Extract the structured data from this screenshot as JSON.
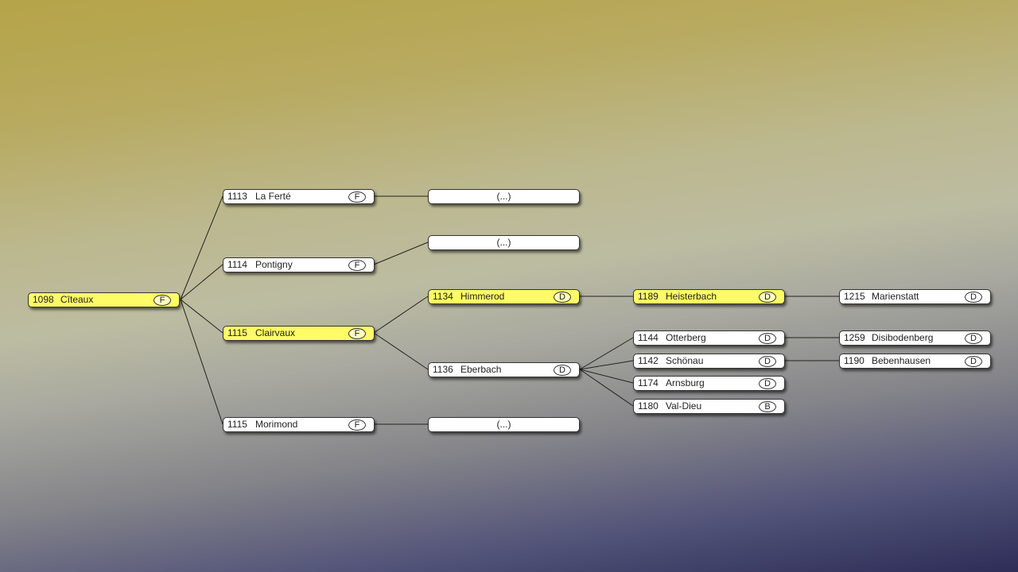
{
  "nodes": {
    "citeaux": {
      "year": "1098",
      "name": "Cîteaux",
      "badge": "F"
    },
    "laferte": {
      "year": "1113",
      "name": "La Ferté",
      "badge": "F"
    },
    "pontigny": {
      "year": "1114",
      "name": "Pontigny",
      "badge": "F"
    },
    "clairvaux": {
      "year": "1115",
      "name": "Clairvaux",
      "badge": "F"
    },
    "morimond": {
      "year": "1115",
      "name": "Morimond",
      "badge": "F"
    },
    "ellipsis1": {
      "label": "(...)"
    },
    "ellipsis2": {
      "label": "(...)"
    },
    "ellipsis3": {
      "label": "(...)"
    },
    "himmerod": {
      "year": "1134",
      "name": "Himmerod",
      "badge": "D"
    },
    "eberbach": {
      "year": "1136",
      "name": "Eberbach",
      "badge": "D"
    },
    "heisterbach": {
      "year": "1189",
      "name": "Heisterbach",
      "badge": "D"
    },
    "otterberg": {
      "year": "1144",
      "name": "Otterberg",
      "badge": "D"
    },
    "schoenau": {
      "year": "1142",
      "name": "Schönau",
      "badge": "D"
    },
    "arnsburg": {
      "year": "1174",
      "name": "Arnsburg",
      "badge": "D"
    },
    "valdieu": {
      "year": "1180",
      "name": "Val-Dieu",
      "badge": "B"
    },
    "marienstatt": {
      "year": "1215",
      "name": "Marienstatt",
      "badge": "D"
    },
    "disibodenberg": {
      "year": "1259",
      "name": "Disibodenberg",
      "badge": "D"
    },
    "bebenhausen": {
      "year": "1190",
      "name": "Bebenhausen",
      "badge": "D"
    }
  },
  "colors": {
    "highlight": "#fdfb66",
    "normal": "#ffffff"
  }
}
